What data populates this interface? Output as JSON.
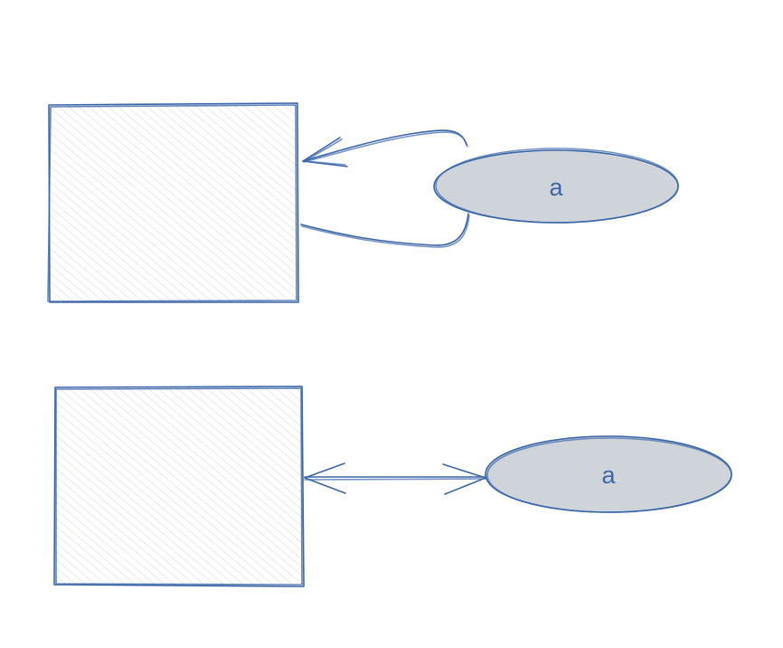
{
  "diagram": {
    "top": {
      "ellipse_label": "a",
      "connector": "curved-arrow-loop"
    },
    "bottom": {
      "ellipse_label": "a",
      "connector": "double-headed-arrow"
    },
    "colors": {
      "stroke": "#3b67a9",
      "ellipse_fill": "#ced4da",
      "hatch": "#d9dcdf"
    }
  }
}
